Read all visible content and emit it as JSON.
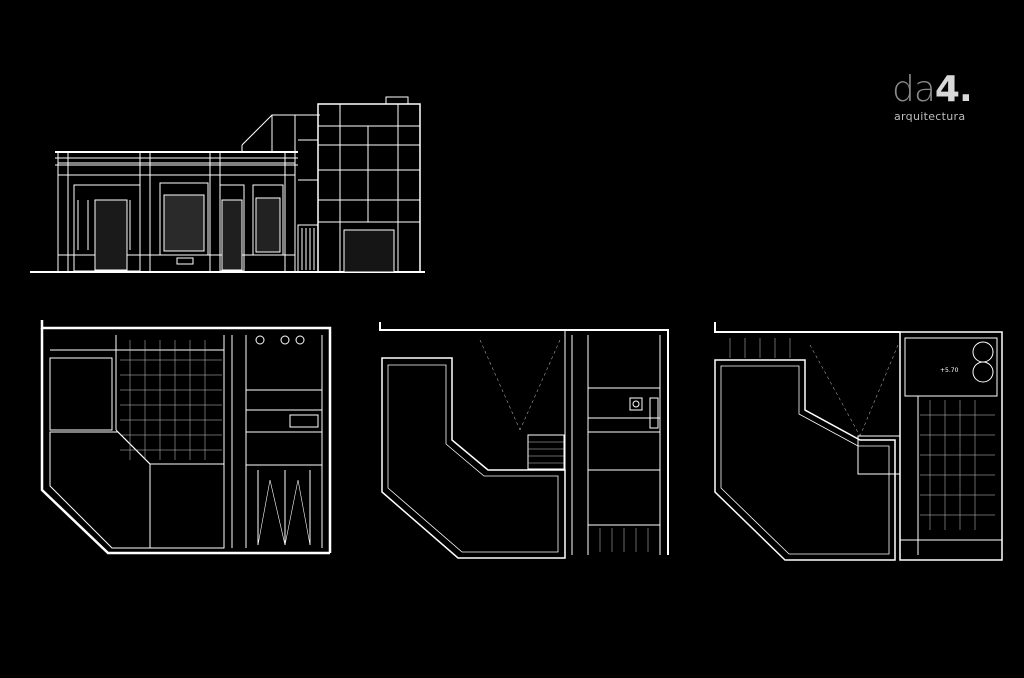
{
  "brand": {
    "logo_main": "da",
    "logo_accent": "4.",
    "logo_sub": "arquitectura"
  },
  "drawings": {
    "elevation": {
      "icon": "facade-elevation-drawing"
    },
    "plans": [
      {
        "icon": "floor-plan-ground",
        "level_label": ""
      },
      {
        "icon": "floor-plan-first",
        "level_label": ""
      },
      {
        "icon": "floor-plan-roof",
        "level_label": "+5.70"
      }
    ]
  },
  "colors": {
    "background": "#000000",
    "line": "#ffffff",
    "logo_grey": "#8a8a8a"
  }
}
